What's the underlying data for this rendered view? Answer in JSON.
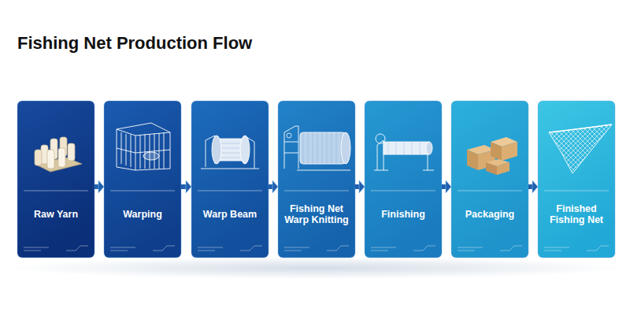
{
  "diagram": {
    "title": "Fishing Net Production Flow",
    "nodes": [
      {
        "text": [
          "Raw Yarn"
        ]
      },
      {
        "text": [
          "Warping"
        ]
      },
      {
        "text": [
          "Warp Beam"
        ]
      },
      {
        "text": [
          "Fishing Net Warp Knitting"
        ]
      },
      {
        "text": [
          "Finishing"
        ]
      },
      {
        "text": [
          "Packaging"
        ]
      },
      {
        "text": [
          "Finished Fishing Net"
        ]
      }
    ],
    "edges": [
      {
        "from": 0,
        "to": 1,
        "arrow": "to"
      },
      {
        "from": 1,
        "to": 2,
        "arrow": "to"
      },
      {
        "from": 2,
        "to": 3,
        "arrow": "to"
      },
      {
        "from": 3,
        "to": 4,
        "arrow": "to"
      },
      {
        "from": 4,
        "to": 5,
        "arrow": "to"
      },
      {
        "from": 5,
        "to": 6,
        "arrow": "to"
      }
    ]
  }
}
